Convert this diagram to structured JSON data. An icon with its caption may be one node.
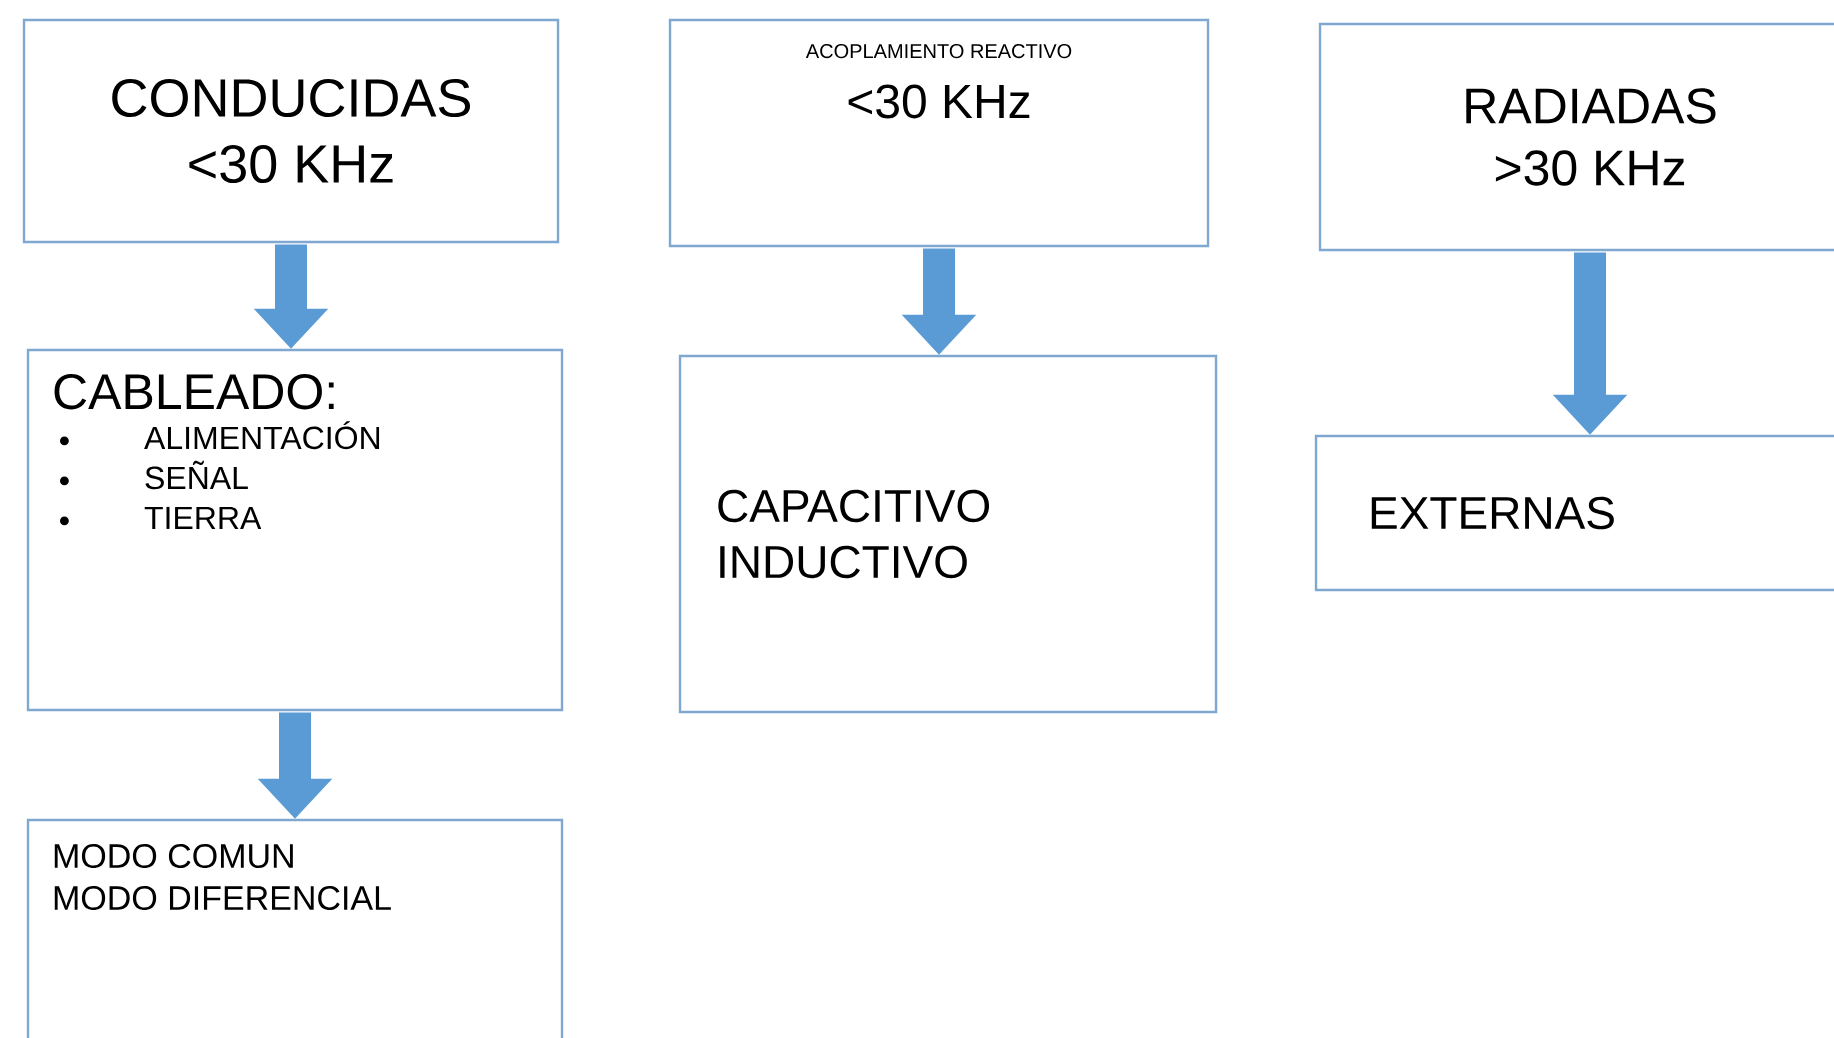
{
  "diagram": {
    "nodes": [
      {
        "text": [
          "CONDUCIDAS",
          "<30 KHz"
        ]
      },
      {
        "text": [
          "CABLEADO:",
          "ALIMENTACIÓN",
          "SEÑAL",
          "TIERRA"
        ]
      },
      {
        "text": [
          "MODO COMUN",
          "MODO DIFERENCIAL"
        ]
      },
      {
        "text": [
          "ACOPLAMIENTO REACTIVO",
          "<30 KHz"
        ]
      },
      {
        "text": [
          "CAPACITIVO",
          "INDUCTIVO"
        ]
      },
      {
        "text": [
          "RADIADAS",
          ">30 KHz"
        ]
      },
      {
        "text": [
          "EXTERNAS"
        ]
      }
    ],
    "edges": [
      {
        "from": 0,
        "to": 1,
        "arrow": "to"
      },
      {
        "from": 1,
        "to": 2,
        "arrow": "to"
      },
      {
        "from": 3,
        "to": 4,
        "arrow": "to"
      },
      {
        "from": 5,
        "to": 6,
        "arrow": "to"
      }
    ]
  }
}
